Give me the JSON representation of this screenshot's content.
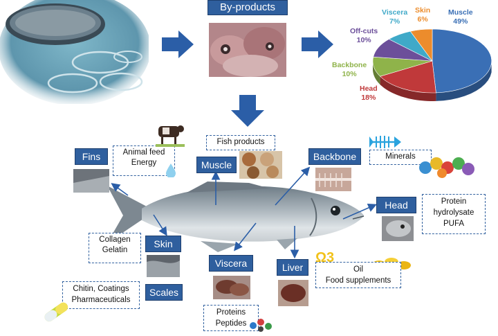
{
  "header": {
    "title": "By-products"
  },
  "chart_data": {
    "type": "pie",
    "slices": [
      {
        "label": "Muscle",
        "value": 49,
        "display": "49%",
        "color": "#3a6fb5"
      },
      {
        "label": "Head",
        "value": 18,
        "display": "18%",
        "color": "#c0393a"
      },
      {
        "label": "Backbone",
        "value": 10,
        "display": "10%",
        "color": "#8fb34a"
      },
      {
        "label": "Off-cuts",
        "value": 10,
        "display": "10%",
        "color": "#6c4f9a"
      },
      {
        "label": "Viscera",
        "value": 7,
        "display": "7%",
        "color": "#3fa9c8"
      },
      {
        "label": "Skin",
        "value": 6,
        "display": "6%",
        "color": "#ec8c2c"
      }
    ]
  },
  "parts": {
    "fins": {
      "label": "Fins",
      "uses": [
        "Animal feed",
        "Energy"
      ]
    },
    "muscle": {
      "label": "Muscle",
      "uses": [
        "Fish products"
      ]
    },
    "backbone": {
      "label": "Backbone",
      "uses": [
        "Minerals"
      ]
    },
    "head": {
      "label": "Head",
      "uses": [
        "Protein",
        "hydrolysate",
        "PUFA"
      ]
    },
    "skin": {
      "label": "Skin",
      "uses": [
        "Collagen",
        "Gelatin"
      ]
    },
    "scales": {
      "label": "Scales",
      "uses": [
        "Chitin, Coatings",
        "Pharmaceuticals"
      ]
    },
    "viscera": {
      "label": "Viscera",
      "uses": [
        "Proteins",
        "Peptides"
      ]
    },
    "liver": {
      "label": "Liver",
      "uses": [
        "Oil",
        "Food supplements"
      ]
    }
  },
  "colors": {
    "label_bg": "#2f5f9e",
    "arrow": "#2b5ea7",
    "box_border": "#2f5f9e"
  },
  "icons": [
    "fish-farm-photo",
    "fish-heads-photo",
    "cow-icon",
    "fish-skeleton-icon",
    "mineral-balls-icon",
    "omega3-icon",
    "capsules-icon",
    "pill-icon",
    "water-drop-icon",
    "molecule-icon"
  ]
}
